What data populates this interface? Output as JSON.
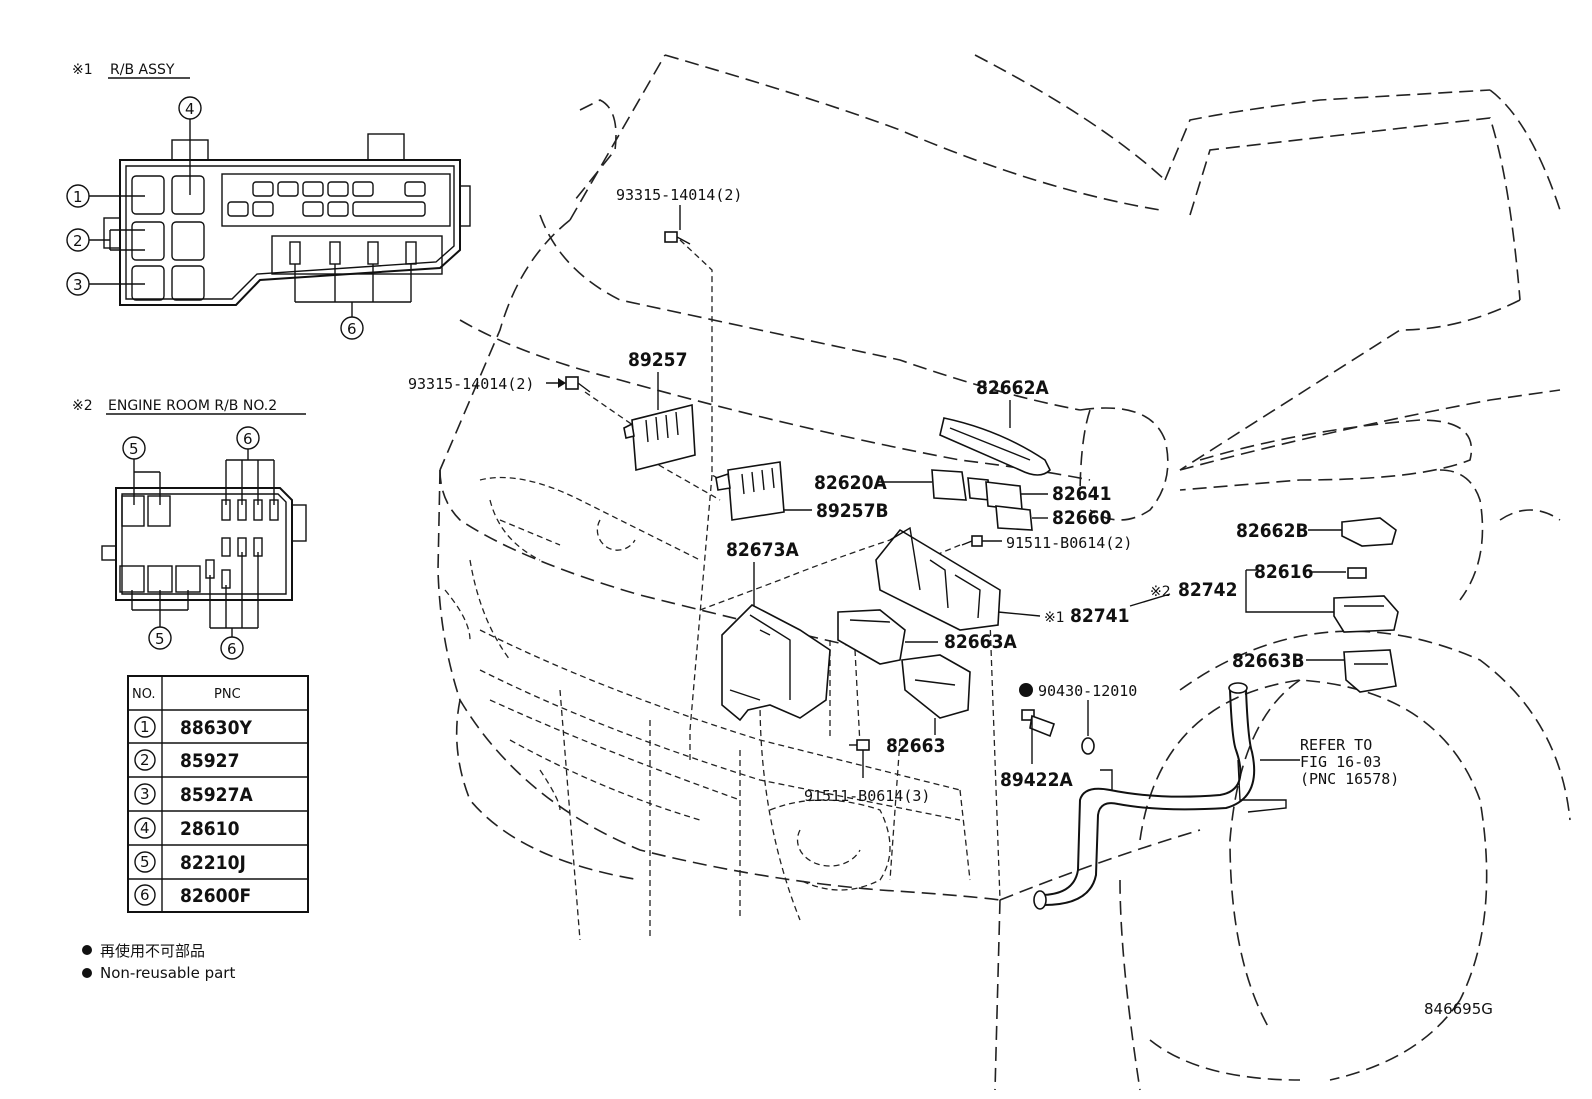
{
  "section1": {
    "marker": "※1",
    "title": "R/B ASSY"
  },
  "section2": {
    "marker": "※2",
    "title": "ENGINE ROOM R/B NO.2"
  },
  "callout_numbers": [
    "1",
    "2",
    "3",
    "4",
    "5",
    "6"
  ],
  "table": {
    "headers": {
      "no": "NO.",
      "pnc": "PNC"
    },
    "rows": [
      {
        "no": "1",
        "pnc": "88630Y"
      },
      {
        "no": "2",
        "pnc": "85927"
      },
      {
        "no": "3",
        "pnc": "85927A"
      },
      {
        "no": "4",
        "pnc": "28610"
      },
      {
        "no": "5",
        "pnc": "82210J"
      },
      {
        "no": "6",
        "pnc": "82600F"
      }
    ]
  },
  "legend": {
    "jp": "再使用不可部品",
    "en": "Non-reusable part"
  },
  "parts": {
    "p93315_a": "93315-14014(2)",
    "p93315_b": "93315-14014(2)",
    "p89257": "89257",
    "p89257B": "89257B",
    "p82673A": "82673A",
    "p82662A": "82662A",
    "p82620A": "82620A",
    "p82641": "82641",
    "p82660": "82660",
    "p91511_a": "91511-B0614(2)",
    "p91511_b": "91511-B0614(3)",
    "p82741_marker": "※1",
    "p82741": "82741",
    "p82742_marker": "※2",
    "p82742": "82742",
    "p82662B": "82662B",
    "p82616": "82616",
    "p82663B": "82663B",
    "p82663A": "82663A",
    "p82663": "82663",
    "p90430": "90430-12010",
    "p89422A": "89422A",
    "refer_1": "REFER TO",
    "refer_2": "FIG 16-03",
    "refer_3": "(PNC 16578)"
  },
  "figure_code": "846695G"
}
